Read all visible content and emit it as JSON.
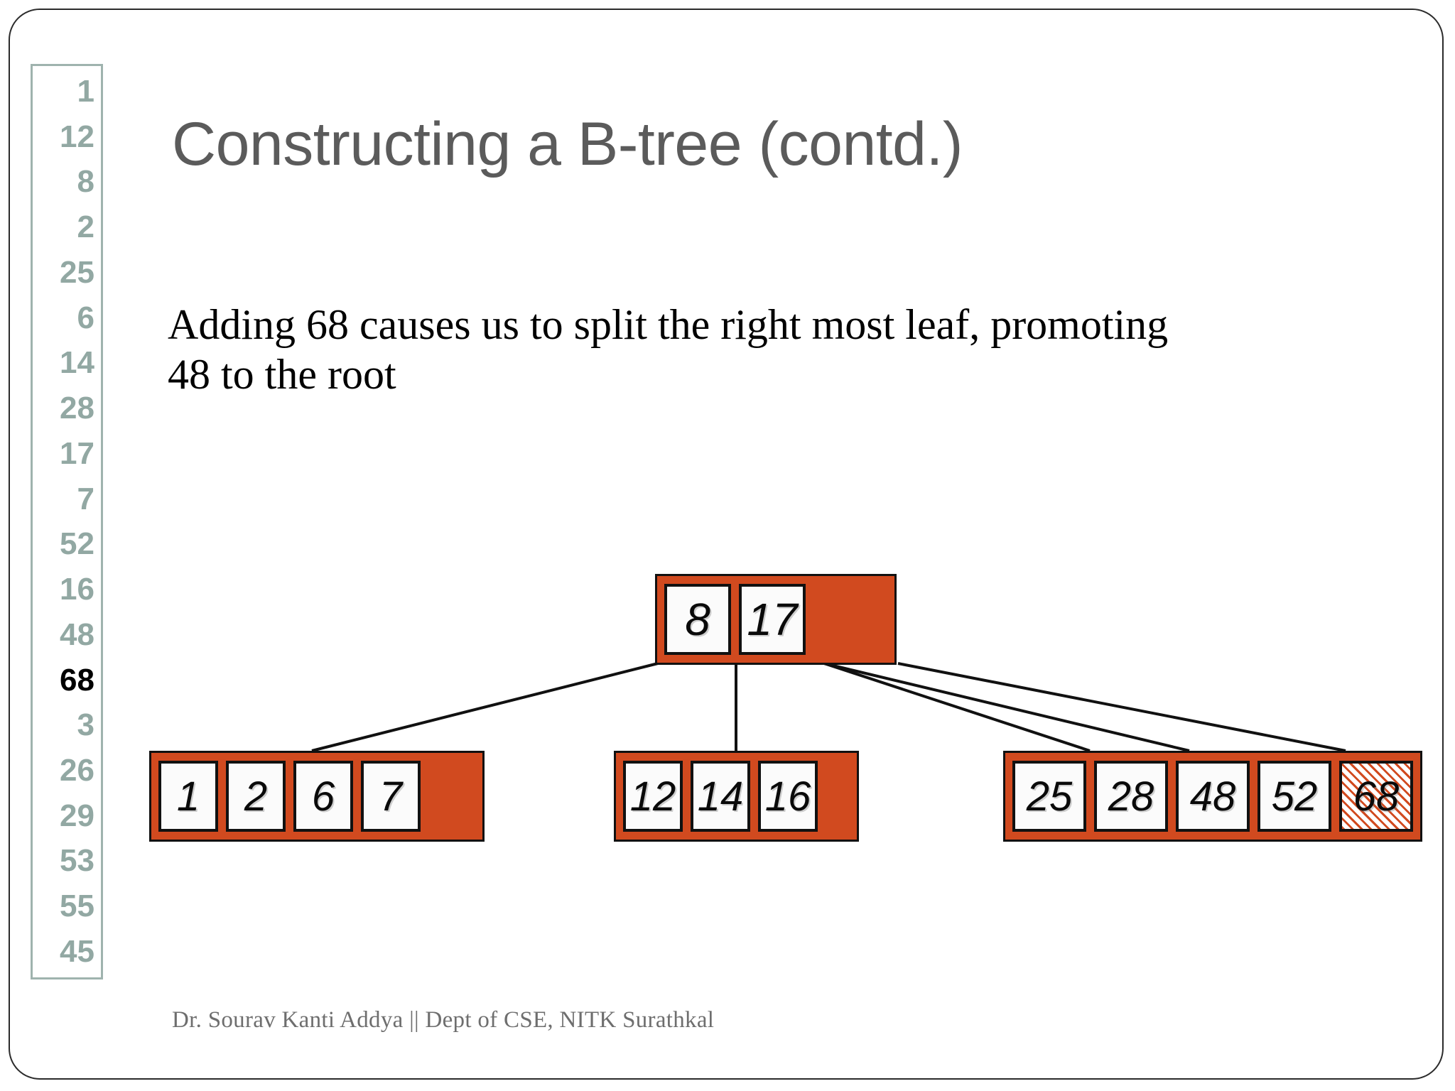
{
  "slide": {
    "title": "Constructing a B-tree (contd.)",
    "body_text": "Adding 68 causes us to split the right most leaf, promoting 48 to the root",
    "footer": "Dr. Sourav Kanti Addya || Dept of CSE, NITK Surathkal"
  },
  "sidebar": {
    "numbers": [
      "1",
      "12",
      "8",
      "2",
      "25",
      "6",
      "14",
      "28",
      "17",
      "7",
      "52",
      "16",
      "48",
      "68",
      "3",
      "26",
      "29",
      "53",
      "55",
      "45"
    ],
    "active_value": "68",
    "active_index": 13,
    "inactive_color": "#92a8a3",
    "active_color": "#000000",
    "border_color": "#9fb3ae"
  },
  "colors": {
    "node_fill": "#D14A1F",
    "node_border": "#111111",
    "cell_fill": "#fbfbfb",
    "title_color": "#5b5b5b",
    "footer_color": "#6e6e6e",
    "highlight_hatch": "#D14A1F"
  },
  "btree": {
    "root": {
      "label": "root-node",
      "keys": [
        "8",
        "17"
      ],
      "empty_slots": 1
    },
    "leaves": [
      {
        "label": "leaf-node-left",
        "keys": [
          "1",
          "2",
          "6",
          "7"
        ],
        "highlight_index": -1
      },
      {
        "label": "leaf-node-middle",
        "keys": [
          "12",
          "14",
          "16"
        ],
        "highlight_index": -1
      },
      {
        "label": "leaf-node-right",
        "keys": [
          "25",
          "28",
          "48",
          "52",
          "68"
        ],
        "highlight_index": 4
      }
    ]
  }
}
